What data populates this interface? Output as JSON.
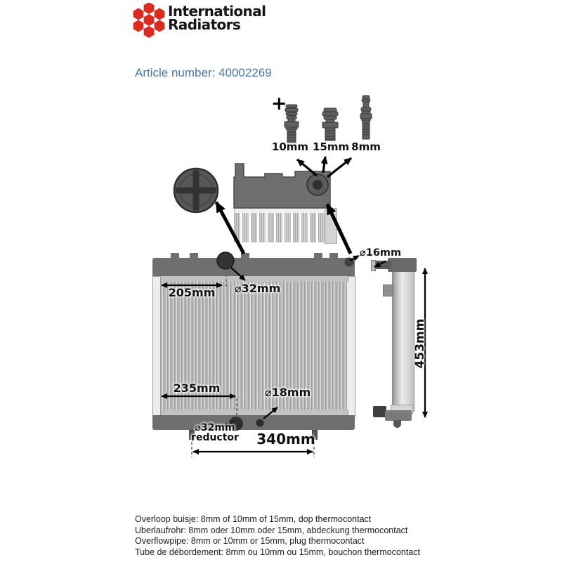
{
  "colors": {
    "brand_red": "#d92b1f",
    "article_blue": "#4a78a6"
  },
  "logo": {
    "line1": "International",
    "line2": "Radiators"
  },
  "article": {
    "text": "Article number: 40002269"
  },
  "fittings": {
    "plus": "+",
    "items": [
      {
        "label": "10mm"
      },
      {
        "label": "15mm"
      },
      {
        "label": "8mm"
      }
    ]
  },
  "dimensions": {
    "top_width": "205mm",
    "filler_diameter": "⌀32mm",
    "inlet_diameter": "⌀16mm",
    "bottom_width": "235mm",
    "outlet_diameter": "⌀18mm",
    "reductor_line1": "⌀32mm",
    "reductor_line2": "reductor",
    "total_width": "340mm",
    "height": "453mm"
  },
  "notes": [
    "Overloop buisje: 8mm of 10mm of 15mm, dop thermocontact",
    "Uberlaufrohr: 8mm oder 10mm oder 15mm, abdeckung thermocontact",
    "Overflowpipe: 8mm or 10mm or 15mm, plug thermocontact",
    "Tube de débordement: 8mm ou 10mm ou 15mm, bouchon thermocontact"
  ]
}
